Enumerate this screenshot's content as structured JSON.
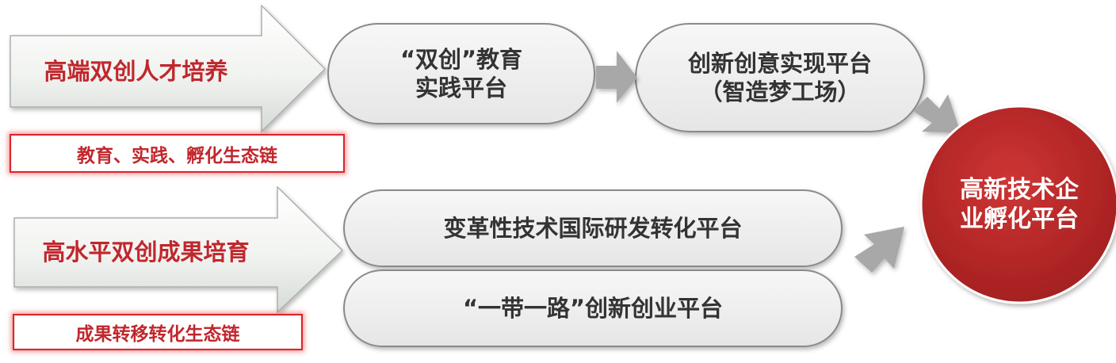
{
  "arrows": {
    "top": {
      "title": "高端双创人才培养",
      "tag": "教育、实践、孵化生态链"
    },
    "bottom": {
      "title": "高水平双创成果培育",
      "tag": "成果转移转化生态链"
    }
  },
  "platforms": {
    "edu_line1": "“双创”教育",
    "edu_line2": "实践平台",
    "innov_line1": "创新创意实现平台",
    "innov_line2": "（智造梦工场）",
    "tech": "变革性技术国际研发转化平台",
    "belt": "“一带一路”创新创业平台"
  },
  "target": {
    "line1": "高新技术企",
    "line2": "业孵化平台"
  },
  "colors": {
    "accent": "#c0272d",
    "circle": "#b72a2a",
    "connector_arrow": "#a8a8a8",
    "pill_fill": "#eeeeee",
    "pill_border": "#8a8a8a"
  }
}
